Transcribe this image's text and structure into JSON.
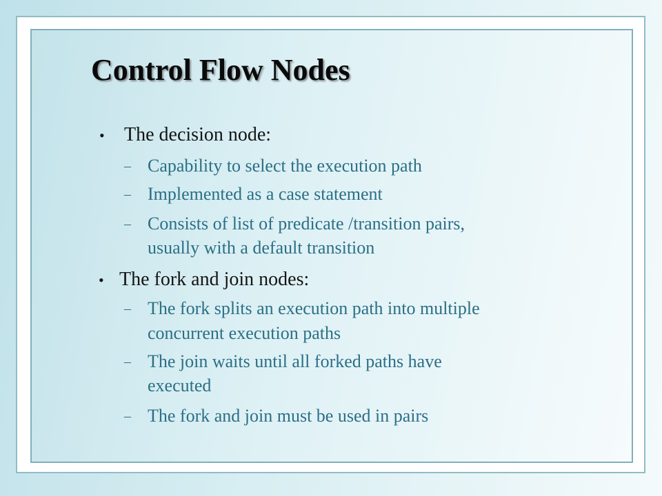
{
  "slide": {
    "title": "Control Flow Nodes",
    "bullets": [
      {
        "text": "The decision node:",
        "subitems": [
          {
            "line1": "Capability  to select the execution path"
          },
          {
            "line1": "Implemented as a case statement"
          },
          {
            "line1": "Consists of list of predicate  /transition pairs,",
            "line2": "usually with a default transition"
          }
        ]
      },
      {
        "text": "The fork and join nodes:",
        "subitems": [
          {
            "line1": "The fork splits  an execution path into multiple",
            "line2": "concurrent execution paths"
          },
          {
            "line1": "The join waits until all forked  paths have",
            "line2": "executed"
          },
          {
            "line1": "The fork and join must be used in pairs"
          }
        ]
      }
    ],
    "bullet_symbol": "•",
    "dash_symbol": "–",
    "colors": {
      "title": "#0a0a0a",
      "bullet_text": "#141414",
      "sub_text": "#2b6f86",
      "frame_border": "#7fb0ba"
    }
  }
}
